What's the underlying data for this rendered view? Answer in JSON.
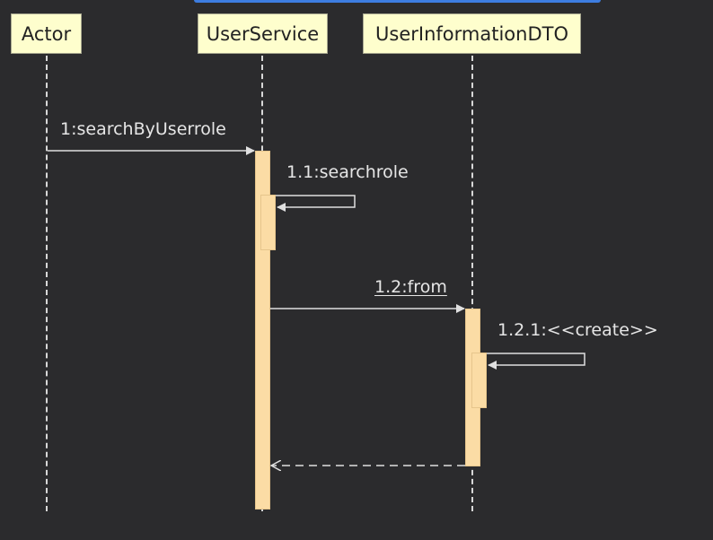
{
  "participants": {
    "actor": "Actor",
    "user_service": "UserService",
    "user_information_dto": "UserInformationDTO"
  },
  "messages": {
    "m1": "1:searchByUserrole",
    "m1_1": "1.1:searchrole",
    "m1_2": "1.2:from",
    "m1_2_1": "1.2.1:<<create>>"
  },
  "colors": {
    "background": "#2b2b2d",
    "participant_fill": "#fefecd",
    "activation_fill": "#fbdca5",
    "line": "#e0e0e0",
    "accent": "#3d7de0"
  }
}
